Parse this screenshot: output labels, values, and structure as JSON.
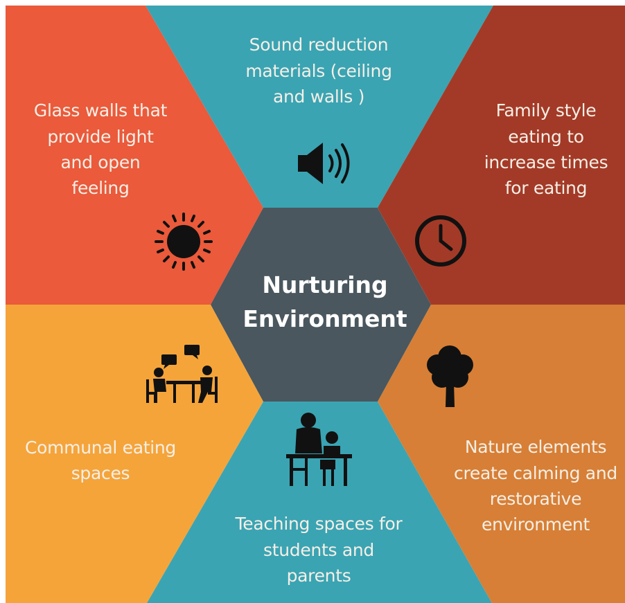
{
  "center": {
    "line1": "Nurturing",
    "line2": "Environment"
  },
  "segments": {
    "top": {
      "lines": [
        "Sound reduction",
        "materials (ceiling",
        "and walls )"
      ],
      "icon": "speaker-icon",
      "color": "#3aa4b3"
    },
    "top_left": {
      "lines": [
        "Glass walls that",
        "provide light",
        "and open",
        "feeling"
      ],
      "icon": "sun-icon",
      "color": "#ea5a3b"
    },
    "top_right": {
      "lines": [
        "Family style",
        "eating to",
        "increase times",
        "for eating"
      ],
      "icon": "clock-icon",
      "color": "#a33a27"
    },
    "bottom_left": {
      "lines": [
        "Communal eating",
        "spaces"
      ],
      "icon": "communal-table-icon",
      "color": "#f5a43a"
    },
    "bottom_right": {
      "lines": [
        "Nature elements",
        "create calming and",
        "restorative",
        "environment"
      ],
      "icon": "tree-icon",
      "color": "#d77f36"
    },
    "bottom": {
      "lines": [
        "Teaching spaces for",
        "students and",
        "parents"
      ],
      "icon": "teacher-student-icon",
      "color": "#3aa4b3"
    }
  },
  "hexagon_color": "#4a575e"
}
